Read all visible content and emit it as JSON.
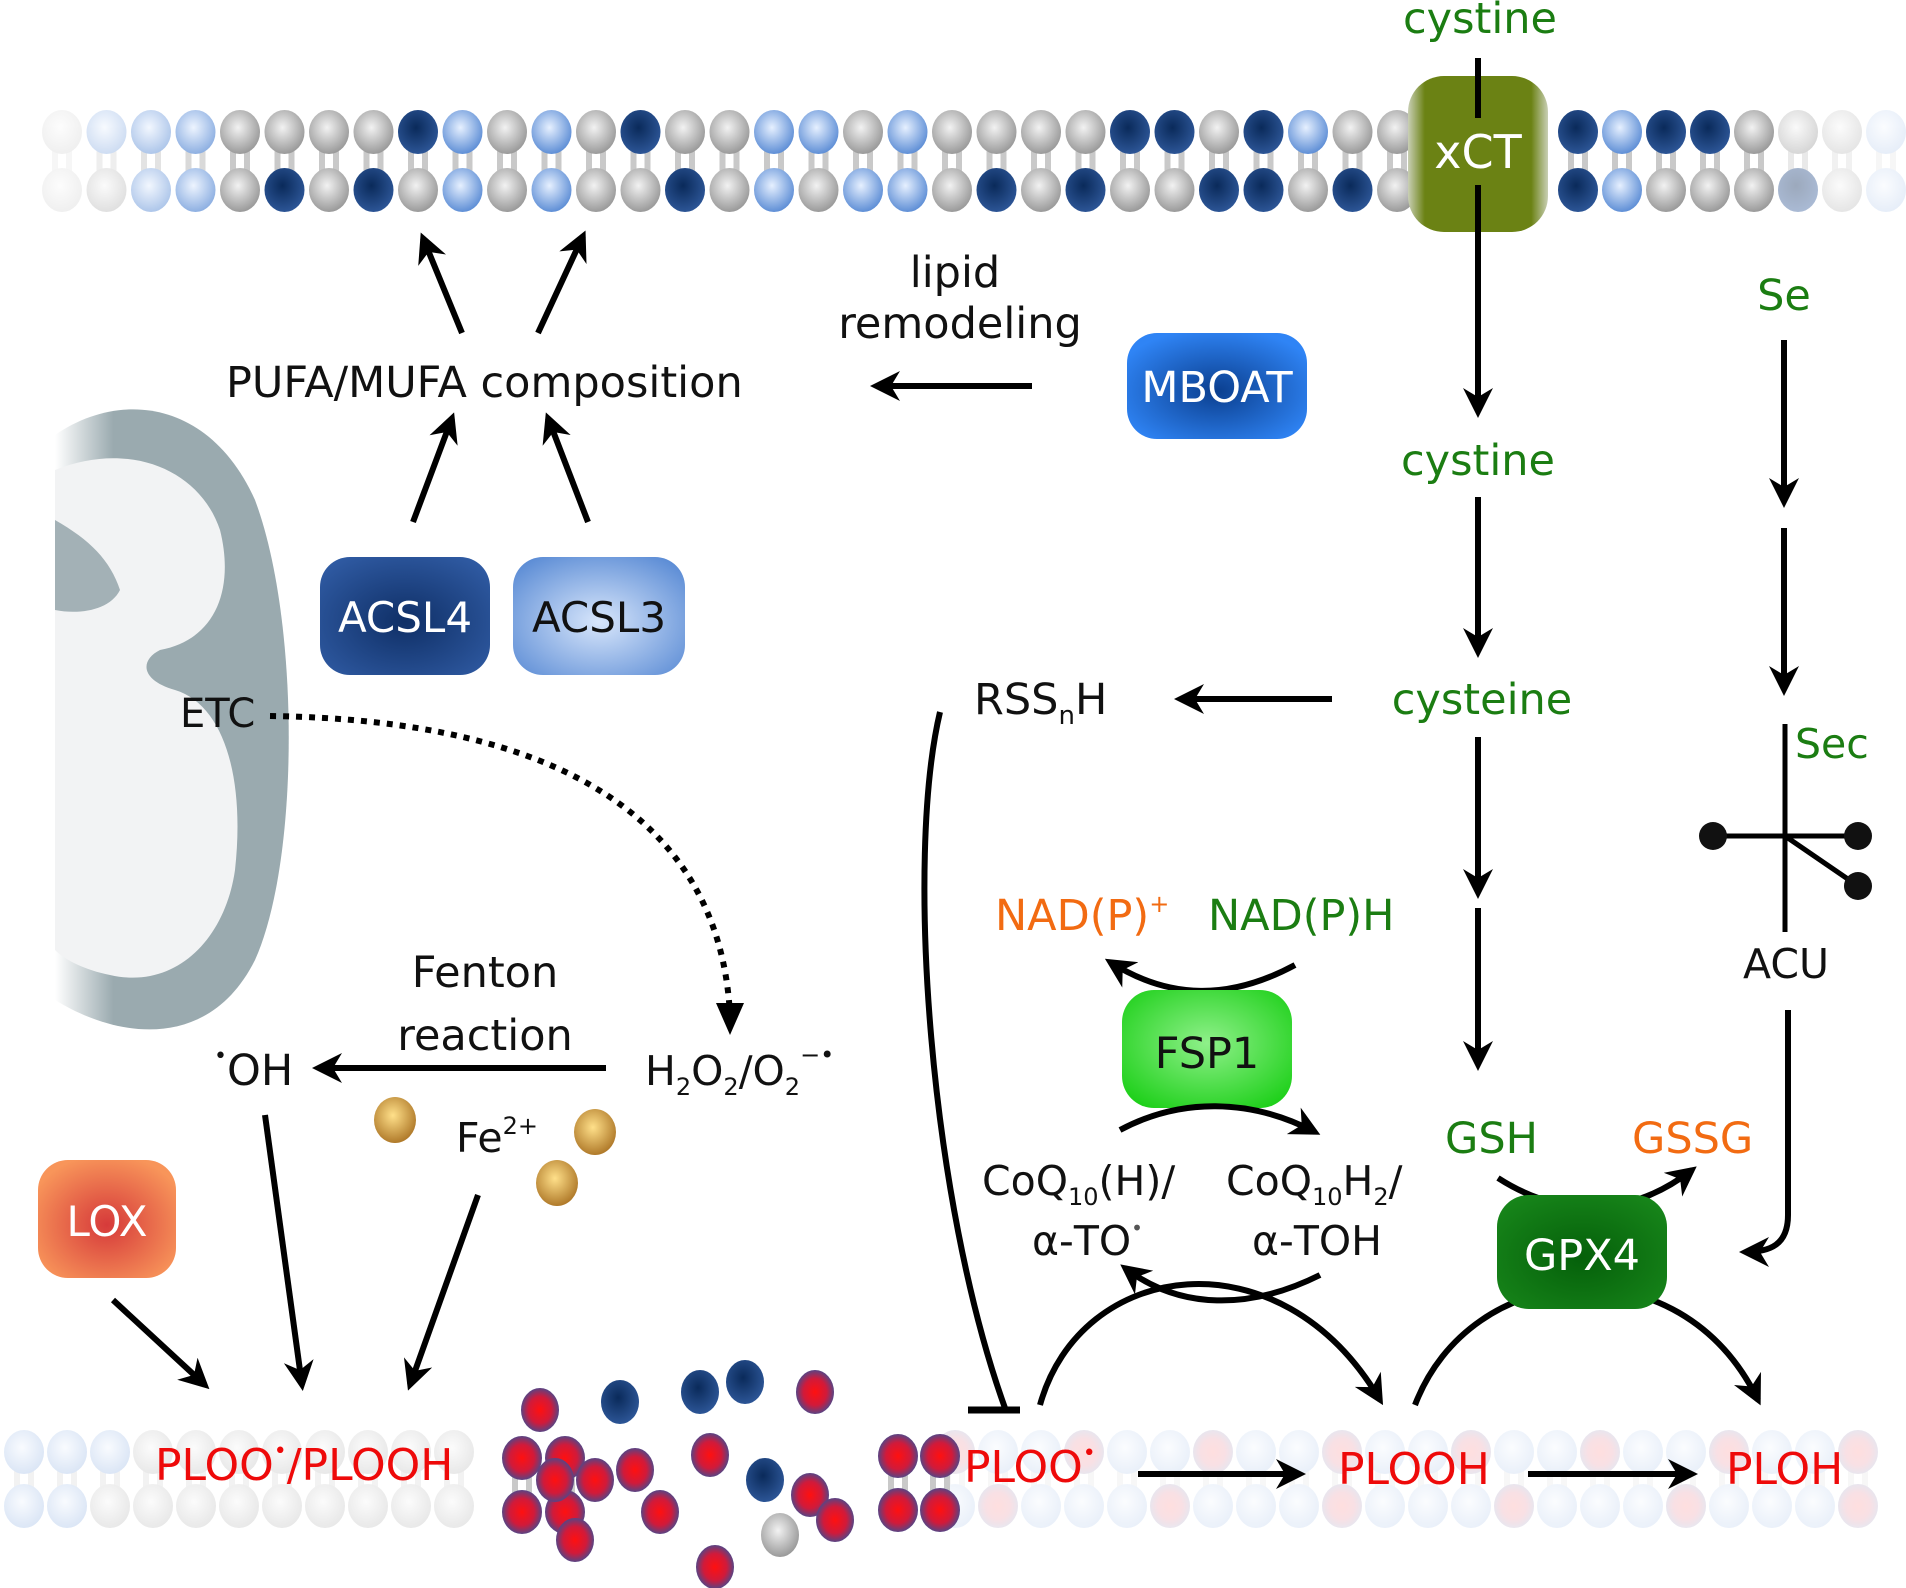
{
  "title": "Ferroptosis pathway diagram",
  "colors": {
    "metabolite_green": "#1b7d12",
    "oxidized_orange": "#f26b12",
    "lipid_peroxide_red": "#ee0a0a",
    "xct_olive": "#6b8214",
    "fsp1_green": "#22d11e",
    "gpx4_green": "#117a14",
    "acsl4_blue": "#1f4a8d",
    "acsl3_blue": "#6f9ad8",
    "mboat_blue": "#2a7ff0",
    "lox_orange": "#f48a48",
    "mito_grey": "#9aaaaf"
  },
  "enzymes": {
    "xct": "xCT",
    "mboat": "MBOAT",
    "acsl4": "ACSL4",
    "acsl3": "ACSL3",
    "fsp1": "FSP1",
    "gpx4": "GPX4",
    "lox": "LOX"
  },
  "labels": {
    "cystine_extracellular": "cystine",
    "cystine_intracellular": "cystine",
    "cysteine": "cysteine",
    "se": "Se",
    "sec": "Sec",
    "acu": "ACU",
    "lipid_remodeling_line1": "lipid",
    "lipid_remodeling_line2": "remodeling",
    "pufa_mufa": "PUFA/MUFA composition",
    "etc": "ETC",
    "rssnh_main": "RSS",
    "rssnh_sub": "n",
    "rssnh_tail": "H",
    "nadp_plus_main": "NAD(P)",
    "nadp_plus_sup": "+",
    "nadph": "NAD(P)H",
    "coq_left_main": "CoQ",
    "coq_left_sub": "10",
    "coq_left_tail": "(H)/",
    "alpha_to_radical": "α-TO",
    "radical_dot": "•",
    "coq_right_main": "CoQ",
    "coq_right_sub": "10",
    "coq_right_h": "H",
    "coq_right_sub2": "2",
    "coq_right_tail": "/",
    "alpha_toh": "α-TOH",
    "gsh": "GSH",
    "gssg": "GSSG",
    "fenton_line1": "Fenton",
    "fenton_line2": "reaction",
    "hydroxyl_dot": "•",
    "hydroxyl": "OH",
    "h2o2_h": "H",
    "h2o2_sub1": "2",
    "h2o2_o": "O",
    "h2o2_sub2": "2",
    "h2o2_slash": "/O",
    "h2o2_sub3": "2",
    "h2o2_sup": "−•",
    "fe_main": "Fe",
    "fe_sup": "2+",
    "ploo_plooh_a": "PLOO",
    "ploo_plooh_b": "/PLOOH",
    "ploo": "PLOO",
    "plooh": "PLOOH",
    "ploh": "PLOH"
  }
}
